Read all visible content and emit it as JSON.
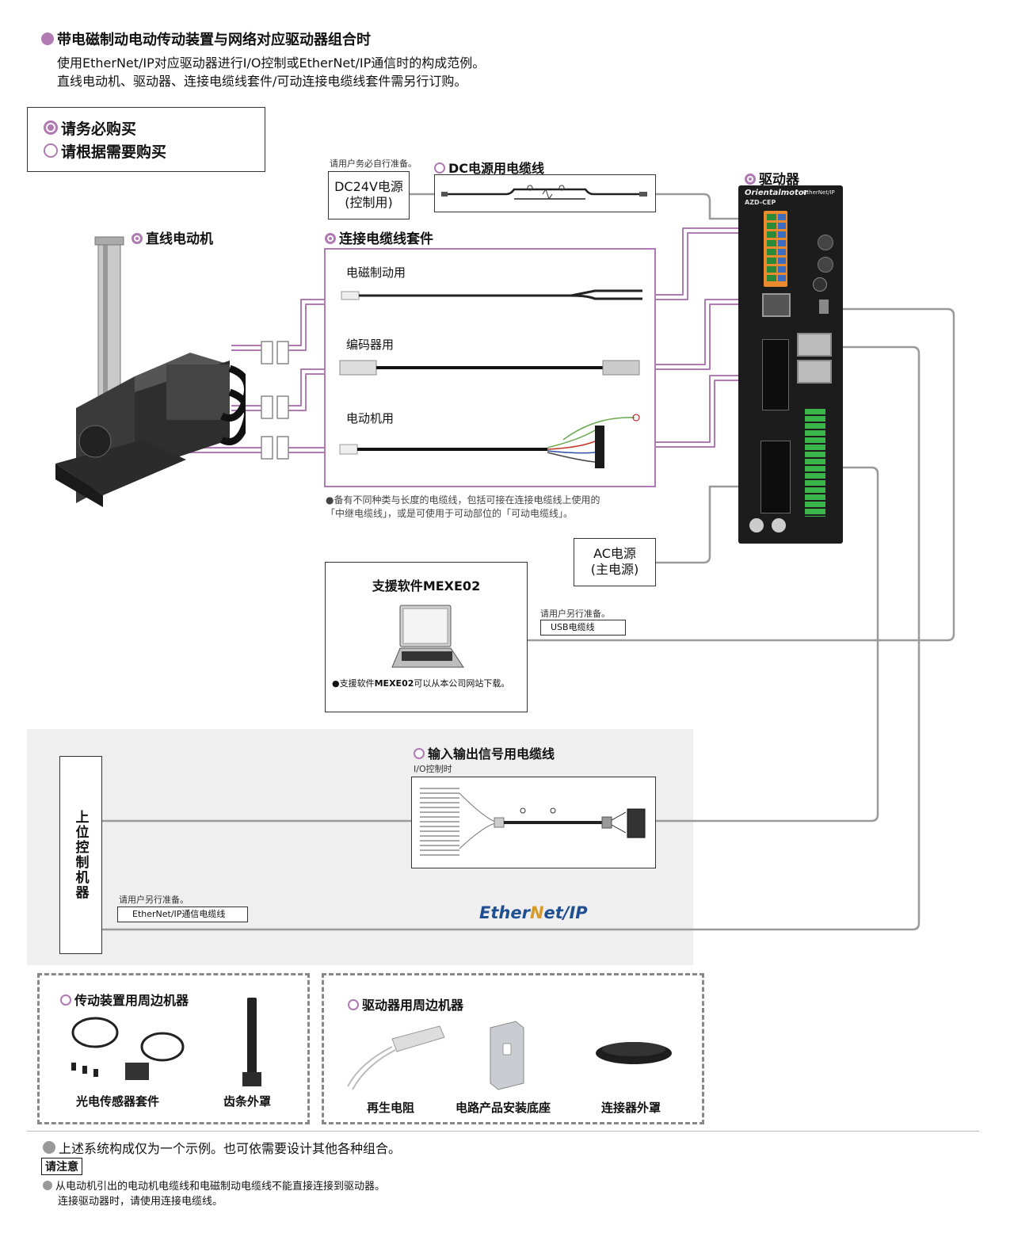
{
  "header": {
    "title": "带电磁制动电动传动装置与网络对应驱动器组合时",
    "line1": "使用EtherNet/IP对应驱动器进行I/O控制或EtherNet/IP通信时的构成范例。",
    "line2": "直线电动机、驱动器、连接电缆线套件/可动连接电缆线套件需另行订购。"
  },
  "legend": {
    "required": "请务必购买",
    "optional": "请根据需要购买"
  },
  "dc_power": {
    "note": "请用户务必自行准备。",
    "label_line1": "DC24V电源",
    "label_line2": "(控制用)"
  },
  "dc_cable": {
    "title": "DC电源用电缆线"
  },
  "driver": {
    "title": "驱动器",
    "brand": "Orientalmotor",
    "network": "EtherNet/IP",
    "model": "AZD-CEP"
  },
  "motor": {
    "title": "直线电动机"
  },
  "cable_kit": {
    "title": "连接电缆线套件",
    "items": [
      "电磁制动用",
      "编码器用",
      "电动机用"
    ],
    "note_line1": "●备有不同种类与长度的电缆线，包括可接在连接电缆线上使用的",
    "note_line2": "「中继电缆线」，或是可使用于可动部位的「可动电缆线」。"
  },
  "ac_power": {
    "label_line1": "AC电源",
    "label_line2": "(主电源)"
  },
  "software": {
    "title_prefix": "支援软件",
    "title_name": "MEXE02",
    "note_prefix": "●支援软件",
    "note_name": "MEXE02",
    "note_suffix": "可以从本公司网站下载。"
  },
  "usb": {
    "note": "请用户另行准备。",
    "label": "USB电缆线"
  },
  "io_cable": {
    "title": "输入输出信号用电缆线",
    "sub": "I/O控制时"
  },
  "host": {
    "label": "上位控制机器"
  },
  "ethernet": {
    "note": "请用户另行准备。",
    "label": "EtherNet/IP通信电缆线",
    "logo_a": "Ether",
    "logo_n": "N",
    "logo_b": "et/IP"
  },
  "actuator_accessories": {
    "title": "传动装置用周边机器",
    "items": [
      "光电传感器套件",
      "齿条外罩"
    ]
  },
  "driver_accessories": {
    "title": "驱动器用周边机器",
    "items": [
      "再生电阻",
      "电路产品安装底座",
      "连接器外罩"
    ]
  },
  "footer": {
    "note": "上述系统构成仅为一个示例。也可依需要设计其他各种组合。",
    "caution_label": "请注意",
    "caution_line1": "从电动机引出的电动机电缆线和电磁制动电缆线不能直接连接到驱动器。",
    "caution_line2": "连接驱动器时，请使用连接电缆线。"
  },
  "colors": {
    "accent": "#b07bb3",
    "line_gray": "#888888",
    "panel_gray": "#efefef"
  }
}
